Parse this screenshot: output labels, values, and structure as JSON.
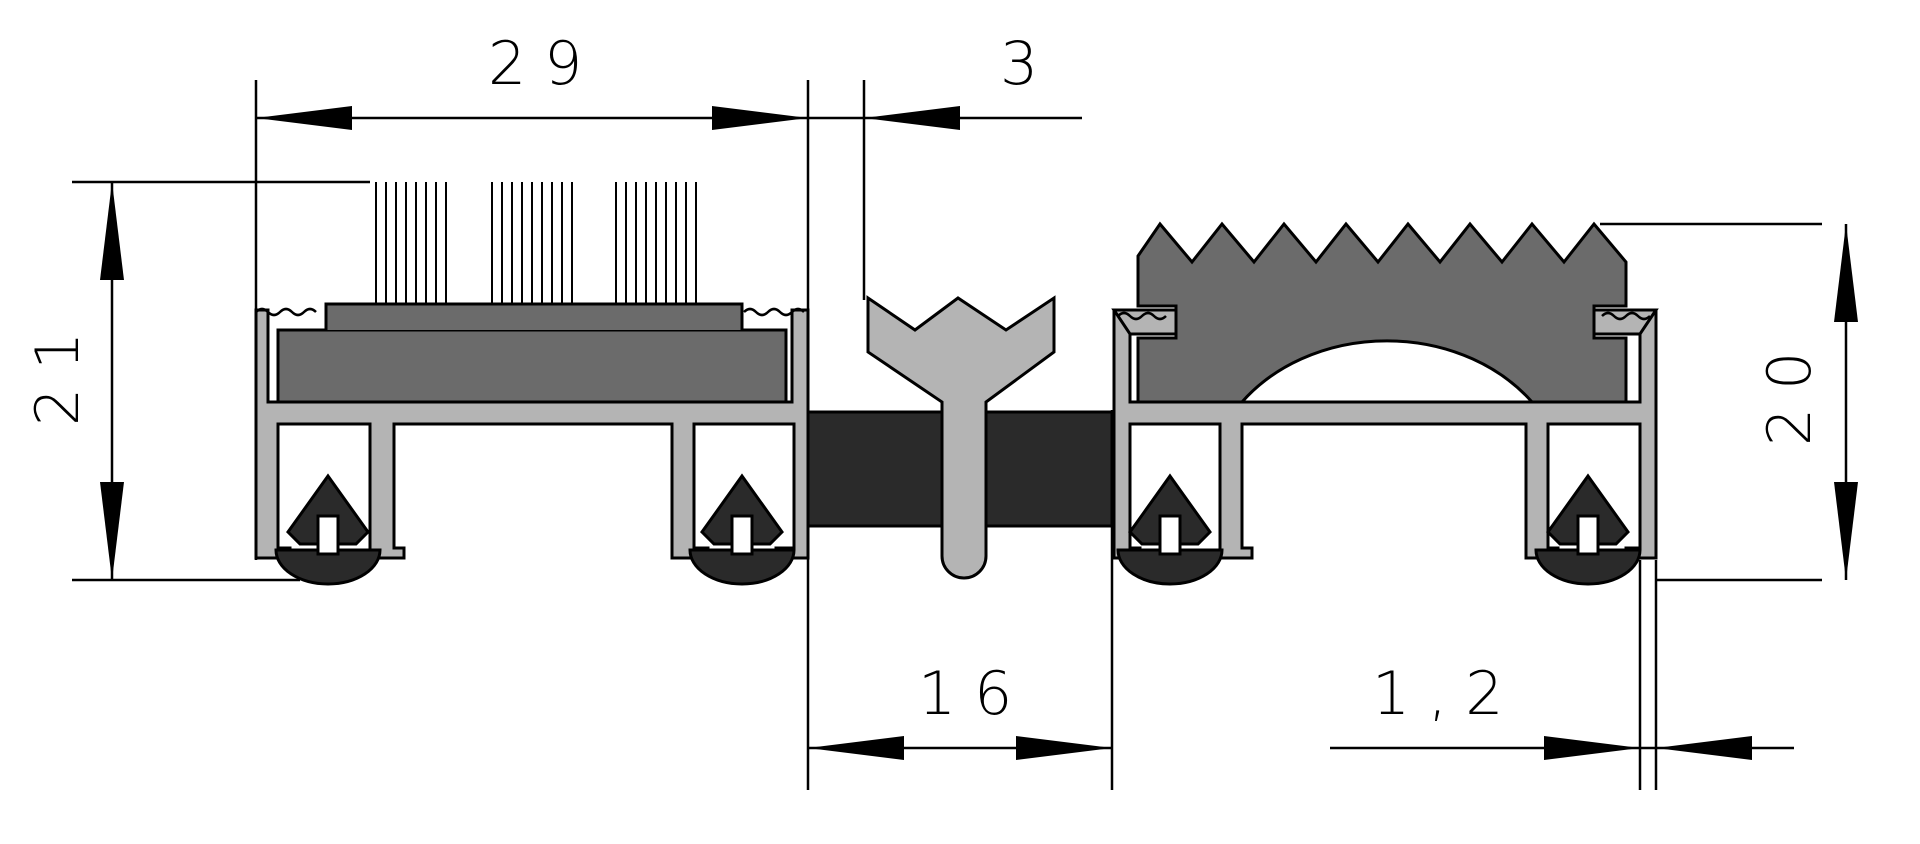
{
  "dimensions": {
    "top_width": "29",
    "gap_width": "3",
    "left_height": "21",
    "joint_width": "16",
    "wall_thickness": "1,2",
    "right_height": "20"
  },
  "colors": {
    "line": "#000000",
    "aluminium": "#b4b4b4",
    "insert": "#6b6b6b",
    "rubber": "#2a2a2a",
    "background": "#ffffff"
  },
  "components": {
    "left_profile": "aluminium-carrier-with-brush-insert",
    "right_profile": "aluminium-carrier-with-rubber-scraper-insert",
    "middle_seal": "y-shaped-joint-seal"
  }
}
